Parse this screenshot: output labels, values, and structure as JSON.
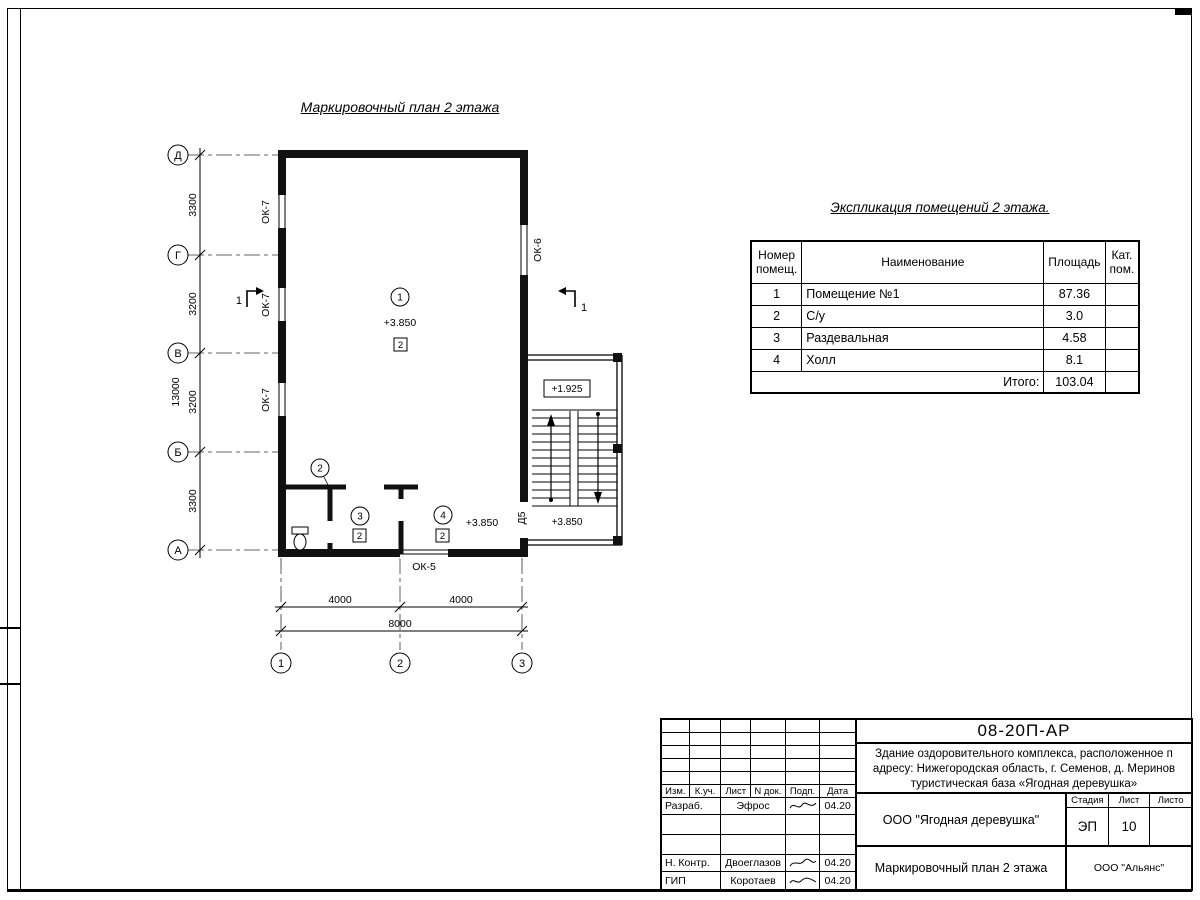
{
  "plan": {
    "title": "Маркировочный план 2 этажа",
    "axes_vertical": [
      "Д",
      "Г",
      "В",
      "Б",
      "А"
    ],
    "axes_horizontal": [
      "1",
      "2",
      "3"
    ],
    "dims_vertical": [
      "3300",
      "3200",
      "3200",
      "3300"
    ],
    "dim_vertical_total": "13000",
    "dims_horizontal": [
      "4000",
      "4000"
    ],
    "dim_horizontal_total": "8000",
    "marks": {
      "ok7": "ОК-7",
      "ok6": "ОК-6",
      "ok5": "ОК-5",
      "d5": "Д5"
    },
    "rooms": [
      "1",
      "2",
      "3",
      "4"
    ],
    "floor_mark": "2",
    "elev_main": "+3.850",
    "elev_landing": "+1.925",
    "elev_hall": "+3.850",
    "elev_stair": "+3.850",
    "section_mark": "1"
  },
  "schedule": {
    "title": "Экспликация помещений 2 этажа.",
    "headers": {
      "num": "Номер помещ.",
      "name": "Наименование",
      "area": "Площадь",
      "cat": "Кат. пом."
    },
    "rows": [
      {
        "num": "1",
        "name": "Помещение №1",
        "area": "87.36",
        "cat": ""
      },
      {
        "num": "2",
        "name": "С/у",
        "area": "3.0",
        "cat": ""
      },
      {
        "num": "3",
        "name": "Раздевальная",
        "area": "4.58",
        "cat": ""
      },
      {
        "num": "4",
        "name": "Холл",
        "area": "8.1",
        "cat": ""
      }
    ],
    "total_label": "Итого:",
    "total_value": "103.04"
  },
  "titleblock": {
    "doc_number": "08-20П-АР",
    "project_line1": "Здание оздоровительного комплекса, расположенное п",
    "project_line2": "адресу: Нижегородская область, г. Семенов, д. Меринов",
    "project_line3": "туристическая база «Ягодная деревушка»",
    "header_cells": [
      "Изм.",
      "К.уч.",
      "Лист",
      "N док.",
      "Подп.",
      "Дата"
    ],
    "rows": [
      {
        "role": "Разраб.",
        "name": "Эфрос",
        "date": "04.20"
      },
      {
        "role": "Н. Контр.",
        "name": "Двоеглазов",
        "date": "04.20"
      },
      {
        "role": "ГИП",
        "name": "Коротаев",
        "date": "04.20"
      }
    ],
    "company": "ООО \"Ягодная деревушка\"",
    "stage_label": "Стадия",
    "sheet_label": "Лист",
    "sheets_label": "Листо",
    "stage": "ЭП",
    "sheet": "10",
    "sheets": "",
    "drawing_title": "Маркировочный план 2 этажа",
    "org": "ООО \"Альянс\""
  }
}
